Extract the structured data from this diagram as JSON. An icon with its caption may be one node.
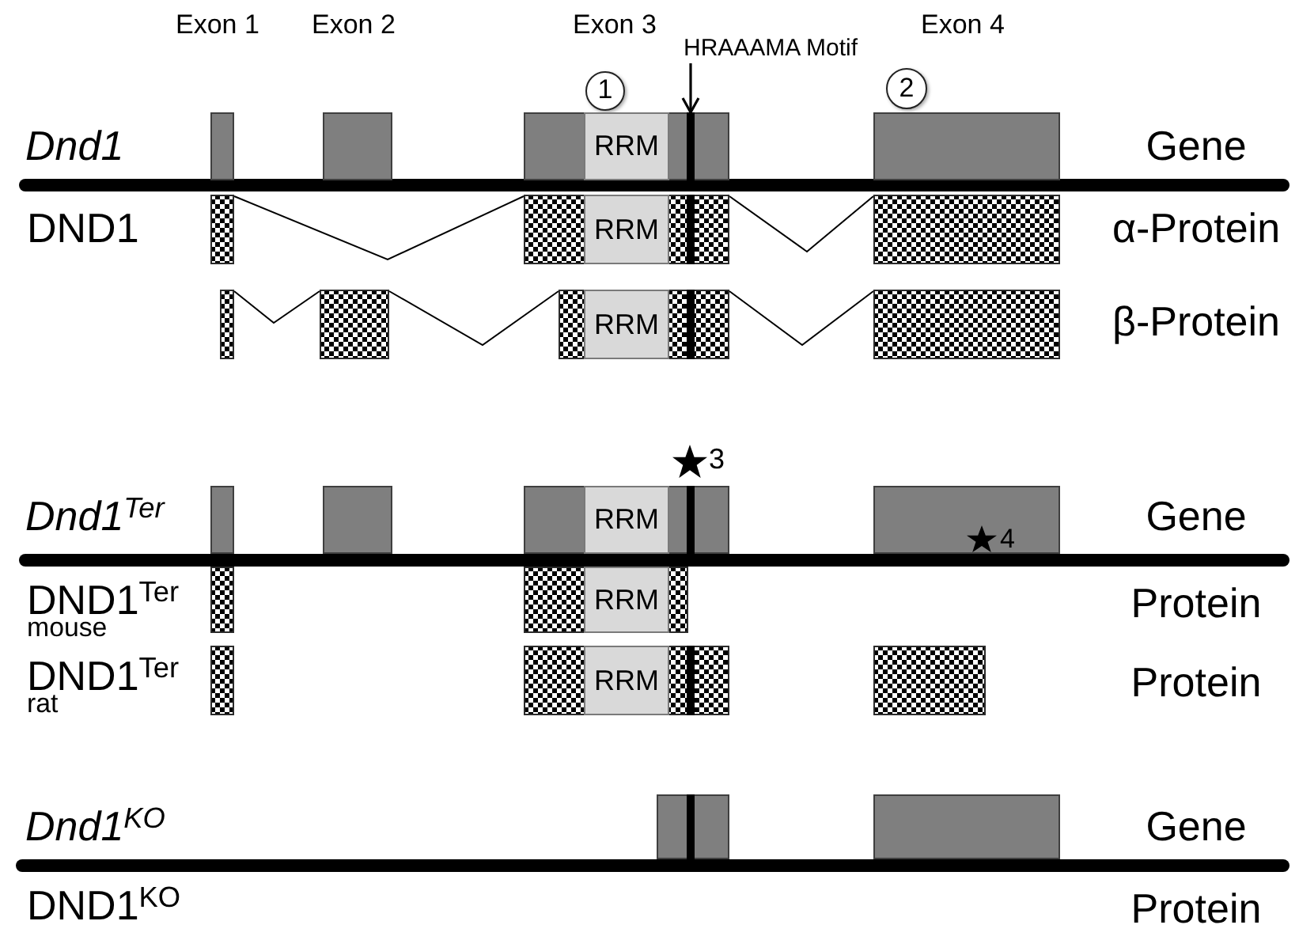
{
  "diagram": {
    "nodes": [
      {
        "text": [
          "HRAAAMA Motif"
        ]
      },
      {
        "text": [
          "1"
        ]
      },
      {
        "text": [
          "2"
        ]
      },
      {
        "text": [],
        "shape": "box"
      },
      {
        "text": [],
        "shape": "box"
      },
      {
        "text": [],
        "shape": "box"
      },
      {
        "text": [
          "RRM"
        ],
        "in": 5
      },
      {
        "text": [],
        "shape": "bar",
        "in": 5
      },
      {
        "text": [],
        "shape": "box"
      },
      {
        "text": [],
        "shape": "box"
      },
      {
        "text": [],
        "shape": "box"
      },
      {
        "text": [
          "RRM"
        ],
        "in": 10
      },
      {
        "text": [],
        "shape": "bar",
        "in": 10
      },
      {
        "text": [],
        "shape": "box"
      },
      {
        "text": [],
        "shape": "box"
      },
      {
        "text": [],
        "shape": "box"
      },
      {
        "text": [],
        "shape": "box"
      },
      {
        "text": [
          "RRM"
        ],
        "in": 16
      },
      {
        "text": [],
        "shape": "bar",
        "in": 16
      },
      {
        "text": [],
        "shape": "box"
      },
      {
        "text": [],
        "shape": "box"
      },
      {
        "text": [],
        "shape": "box"
      },
      {
        "text": [],
        "shape": "box"
      },
      {
        "text": [
          "RRM"
        ],
        "in": 22
      },
      {
        "text": [],
        "shape": "bar",
        "in": 22
      },
      {
        "text": [],
        "shape": "box"
      },
      {
        "text": [],
        "shape": "box"
      },
      {
        "text": [],
        "shape": "box"
      },
      {
        "text": [
          "RRM"
        ],
        "in": 27
      },
      {
        "text": [],
        "shape": "box"
      },
      {
        "text": [],
        "shape": "box"
      },
      {
        "text": [
          "RRM"
        ],
        "in": 30
      },
      {
        "text": [],
        "shape": "bar",
        "in": 30
      },
      {
        "text": [],
        "shape": "box"
      },
      {
        "text": [],
        "shape": "box"
      },
      {
        "text": [],
        "shape": "bar",
        "in": 34
      },
      {
        "text": [],
        "shape": "box"
      }
    ],
    "edges": [
      {
        "from": 0,
        "to": 7,
        "arrow": "to"
      },
      {
        "from": 9,
        "to": 10,
        "arrow": "none"
      },
      {
        "from": 10,
        "to": 13,
        "arrow": "none"
      },
      {
        "from": 14,
        "to": 15,
        "arrow": "none"
      },
      {
        "from": 15,
        "to": 16,
        "arrow": "none"
      },
      {
        "from": 16,
        "to": 19,
        "arrow": "none"
      }
    ],
    "labels": [
      "Exon 1",
      "Exon 2",
      "Exon 3",
      "Exon 4",
      "Dnd1",
      "Gene",
      "DND1",
      "α-Protein",
      "β-Protein",
      "3",
      "Dnd1$^{Ter}$",
      "4",
      "Gene",
      "DND1$^{Ter}$$_{mouse}$",
      "Protein",
      "DND1$^{Ter}$$_{rat}$",
      "Protein",
      "Dnd1$^{KO}$",
      "Gene",
      "DND1$^{KO}$",
      "Protein"
    ]
  }
}
